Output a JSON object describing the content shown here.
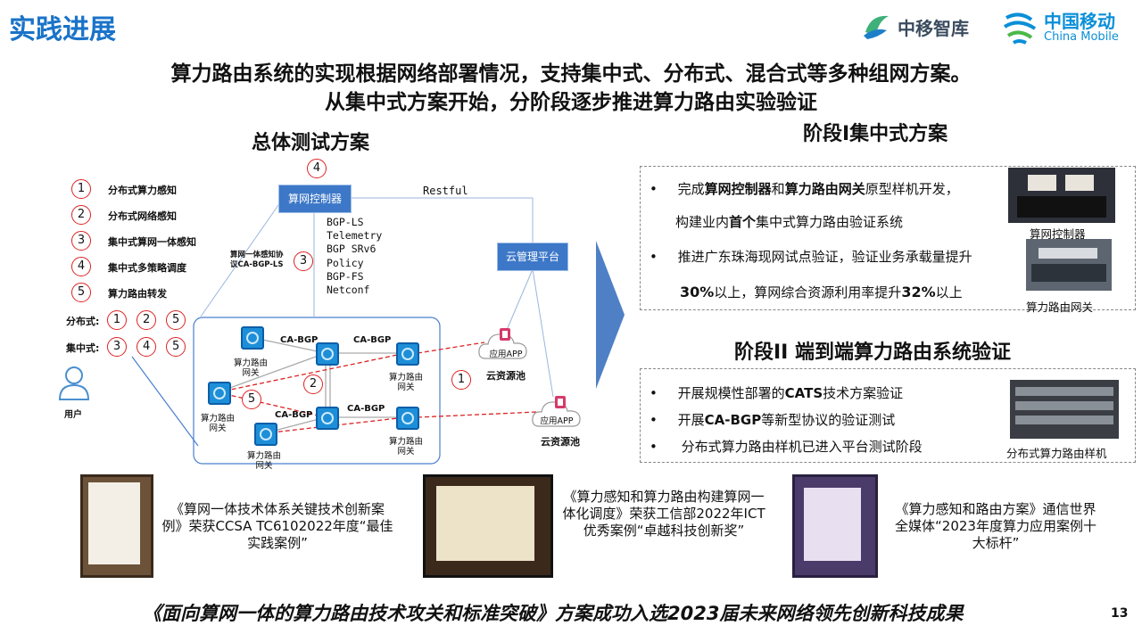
{
  "header": {
    "page_title": "实践进展",
    "logo_zhongyi": "中移智库",
    "logo_cm_cn": "中国移动",
    "logo_cm_en": "China Mobile",
    "headline_1": "算力路由系统的实现根据网络部署情况，支持集中式、分布式、混合式等多种组网方案。",
    "headline_2": "从集中式方案开始，分阶段逐步推进算力路由实验验证"
  },
  "diagram": {
    "title": "总体测试方案",
    "legend": [
      {
        "num": "1",
        "label": "分布式算力感知"
      },
      {
        "num": "2",
        "label": "分布式网络感知"
      },
      {
        "num": "3",
        "label": "集中式算网一体感知"
      },
      {
        "num": "4",
        "label": "集中式多策略调度"
      },
      {
        "num": "5",
        "label": "算力路由转发"
      }
    ],
    "distributed_label": "分布式:",
    "distributed_nums": [
      "1",
      "2",
      "5"
    ],
    "centralized_label": "集中式:",
    "centralized_nums": [
      "3",
      "4",
      "5"
    ],
    "user_label": "用户",
    "controller": "算网控制器",
    "top_num": "4",
    "restful": "Restful",
    "protocols": [
      "BGP-LS",
      "Telemetry",
      "BGP SRv6",
      "Policy",
      "BGP-FS",
      "Netconf"
    ],
    "proto_note_1": "算网一体感知协",
    "proto_note_2": "议CA-BGP-LS",
    "proto_note_num": "3",
    "cloud_platform": "云管理平台",
    "gateway_label_1": "算力路由",
    "gateway_label_2": "网关",
    "ca_bgp": "CA-BGP",
    "app_label": "应用APP",
    "pool_label": "云资源池",
    "num_1": "1",
    "num_2": "2",
    "num_5": "5"
  },
  "stage1": {
    "title": "阶段I集中式方案",
    "b1_a": "完成",
    "b1_b": "算网控制器",
    "b1_c": "和",
    "b1_d": "算力路由网关",
    "b1_e": "原型样机开发，",
    "b1_l2a": "构建业内",
    "b1_l2b": "首个",
    "b1_l2c": "集中式算力路由验证系统",
    "b2_l1": "推进广东珠海现网试点验证，验证业务承载量提升",
    "b2_l2a": "30%",
    "b2_l2b": "以上，算网综合资源利用率提升",
    "b2_l2c": "32%",
    "b2_l2d": "以上",
    "cap1": "算网控制器",
    "cap2": "算力路由网关"
  },
  "stage2": {
    "title": "阶段II 端到端算力路由系统验证",
    "b1_a": "开展规模性部署的",
    "b1_b": "CATS",
    "b1_c": "技术方案验证",
    "b2_a": "开展",
    "b2_b": "CA-BGP",
    "b2_c": "等新型协议的验证测试",
    "b3": "分布式算力路由样机已进入平台测试阶段",
    "cap": "分布式算力路由样机"
  },
  "awards": [
    {
      "text": "《算网一体技术体系关键技术创新案例》荣获CCSA TC6102022年度“最佳实践案例”"
    },
    {
      "text": "《算力感知和算力路由构建算网一体化调度》荣获工信部2022年ICT优秀案例“卓越科技创新奖”"
    },
    {
      "text": "《算力感知和路由方案》通信世界全媒体“2023年度算力应用案例十大标杆”"
    }
  ],
  "footer": "《面向算网一体的算力路由技术攻关和标准突破》方案成功入选2023届未来网络领先创新科技成果",
  "page_number": "13",
  "bullet_symbol": "•"
}
